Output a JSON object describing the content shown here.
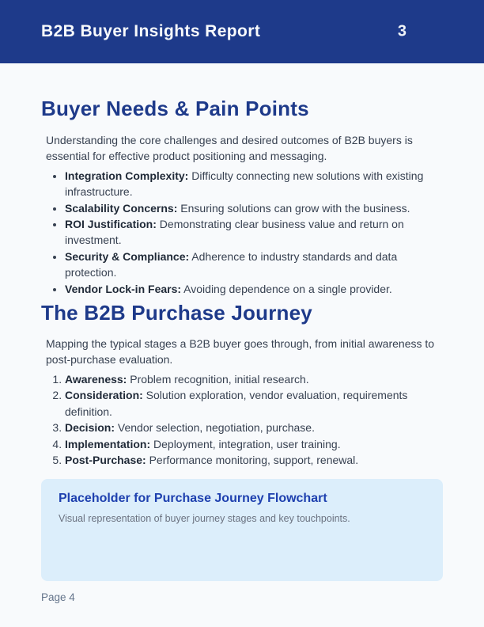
{
  "header": {
    "title": "B2B Buyer Insights Report",
    "page_number": "3"
  },
  "theme": {
    "header_bg": "#1e3a8a",
    "heading_color": "#1e3a8a",
    "body_text_color": "#374151",
    "strong_text_color": "#1f2937",
    "placeholder_bg": "#dceefb",
    "placeholder_title_color": "#1e40af",
    "page_bg": "#f8fafc",
    "footer_text_color": "#64748b"
  },
  "sections": [
    {
      "heading": "Buyer Needs & Pain Points",
      "intro": "Understanding the core challenges and desired outcomes of B2B buyers is essential for effective product positioning and messaging.",
      "list_type": "bullet",
      "items": [
        {
          "term": "Integration Complexity:",
          "description": "Difficulty connecting new solutions with existing infrastructure."
        },
        {
          "term": "Scalability Concerns:",
          "description": "Ensuring solutions can grow with the business."
        },
        {
          "term": "ROI Justification:",
          "description": "Demonstrating clear business value and return on investment."
        },
        {
          "term": "Security & Compliance:",
          "description": "Adherence to industry standards and data protection."
        },
        {
          "term": "Vendor Lock-in Fears:",
          "description": "Avoiding dependence on a single provider."
        }
      ]
    },
    {
      "heading": "The B2B Purchase Journey",
      "intro": "Mapping the typical stages a B2B buyer goes through, from initial awareness to post-purchase evaluation.",
      "list_type": "numbered",
      "items": [
        {
          "term": "Awareness:",
          "description": "Problem recognition, initial research."
        },
        {
          "term": "Consideration:",
          "description": "Solution exploration, vendor evaluation, requirements definition."
        },
        {
          "term": "Decision:",
          "description": "Vendor selection, negotiation, purchase."
        },
        {
          "term": "Implementation:",
          "description": "Deployment, integration, user training."
        },
        {
          "term": "Post-Purchase:",
          "description": "Performance monitoring, support, renewal."
        }
      ]
    }
  ],
  "placeholder_box": {
    "title": "Placeholder for Purchase Journey Flowchart",
    "description": "Visual representation of buyer journey stages and key touchpoints."
  },
  "footer": {
    "page_label": "Page 4"
  }
}
